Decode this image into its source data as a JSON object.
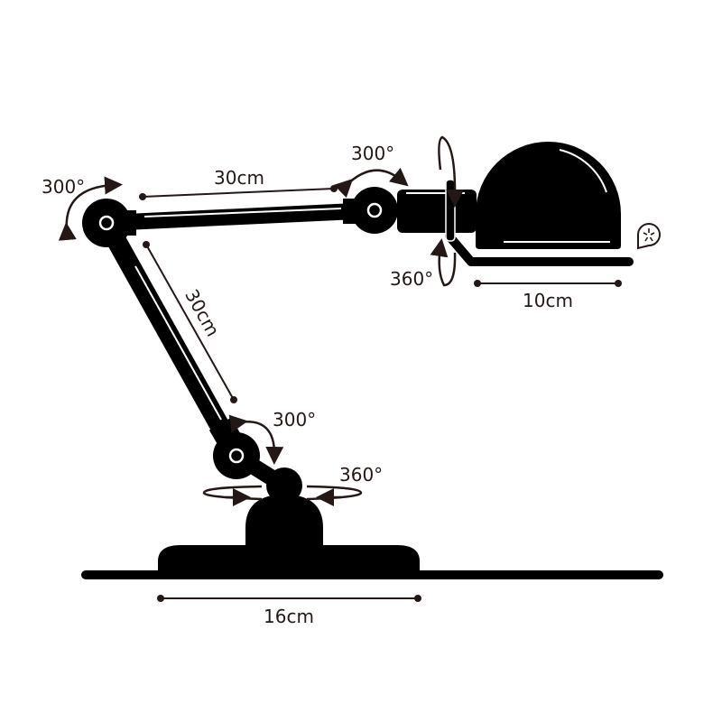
{
  "colors": {
    "ink": "#000000",
    "annotation": "#231815",
    "background": "#ffffff"
  },
  "dimensions": {
    "upper_arm": "30cm",
    "lower_arm": "30cm",
    "shade": "10cm",
    "base": "16cm"
  },
  "rotations": {
    "shoulder_joint": "300°",
    "elbow_joint": "300°",
    "shade_swivel": "360°",
    "base_joint": "300°",
    "base_swivel": "360°"
  },
  "icons": {
    "badge": "drop-asterisk-badge-icon"
  }
}
